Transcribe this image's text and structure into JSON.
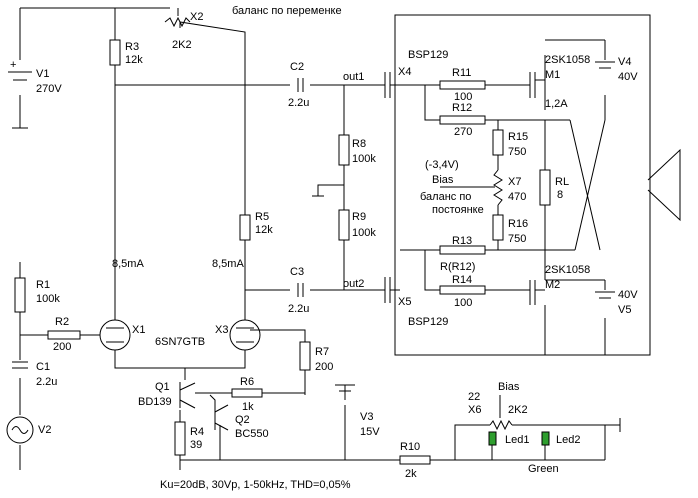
{
  "labels": {
    "balance_ac": "баланс по переменке",
    "balance_dc_1": "баланс по",
    "balance_dc_2": "постоянке",
    "bias_voltage": "(-3,4V)",
    "bias": "Bias",
    "bias2": "Bias",
    "out1": "out1",
    "out2": "out2",
    "current_left": "8,5mA",
    "current_right": "8,5mA",
    "current_out": "1,2A",
    "tube": "6SN7GTB",
    "green": "Green",
    "spec": "Ku=20dB, 30Vp, 1-50kHz, THD=0,05%",
    "rl12": "R(R12)"
  },
  "components": {
    "V1": {
      "name": "V1",
      "value": "270V"
    },
    "X2": {
      "name": "X2",
      "value": "2K2"
    },
    "R3": {
      "name": "R3",
      "value": "12k"
    },
    "C2": {
      "name": "C2",
      "value": "2.2u"
    },
    "X4": {
      "name": "X4",
      "value": "BSP129"
    },
    "R11": {
      "name": "R11",
      "value": "100"
    },
    "R12": {
      "name": "R12",
      "value": "270"
    },
    "M1": {
      "name": "M1",
      "value": "2SK1058"
    },
    "V4": {
      "name": "V4",
      "value": "40V"
    },
    "R15": {
      "name": "R15",
      "value": "750"
    },
    "X7": {
      "name": "X7",
      "value": "470"
    },
    "R16": {
      "name": "R16",
      "value": "750"
    },
    "RL": {
      "name": "RL",
      "value": "8"
    },
    "R8": {
      "name": "R8",
      "value": "100k"
    },
    "R9": {
      "name": "R9",
      "value": "100k"
    },
    "R5": {
      "name": "R5",
      "value": "12k"
    },
    "C3": {
      "name": "C3",
      "value": "2.2u"
    },
    "R13": {
      "name": "R13",
      "value": ""
    },
    "R14": {
      "name": "R14",
      "value": "100"
    },
    "X5": {
      "name": "X5",
      "value": "BSP129"
    },
    "M2": {
      "name": "M2",
      "value": "2SK1058"
    },
    "V5": {
      "name": "V5",
      "value": "40V"
    },
    "R1": {
      "name": "R1",
      "value": "100k"
    },
    "R2": {
      "name": "R2",
      "value": "200"
    },
    "C1": {
      "name": "C1",
      "value": "2.2u"
    },
    "V2": {
      "name": "V2",
      "value": ""
    },
    "X1": {
      "name": "X1",
      "value": ""
    },
    "X3": {
      "name": "X3",
      "value": ""
    },
    "R7": {
      "name": "R7",
      "value": "200"
    },
    "Q1": {
      "name": "Q1",
      "value": "BD139"
    },
    "R6": {
      "name": "R6",
      "value": "1k"
    },
    "Q2": {
      "name": "Q2",
      "value": "BC550"
    },
    "R4": {
      "name": "R4",
      "value": "39"
    },
    "V3": {
      "name": "V3",
      "value": "15V"
    },
    "R10": {
      "name": "R10",
      "value": "2k"
    },
    "X6": {
      "name": "X6",
      "value": "2K2",
      "extra": "22"
    },
    "Led1": {
      "name": "Led1",
      "value": ""
    },
    "Led2": {
      "name": "Led2",
      "value": ""
    }
  }
}
